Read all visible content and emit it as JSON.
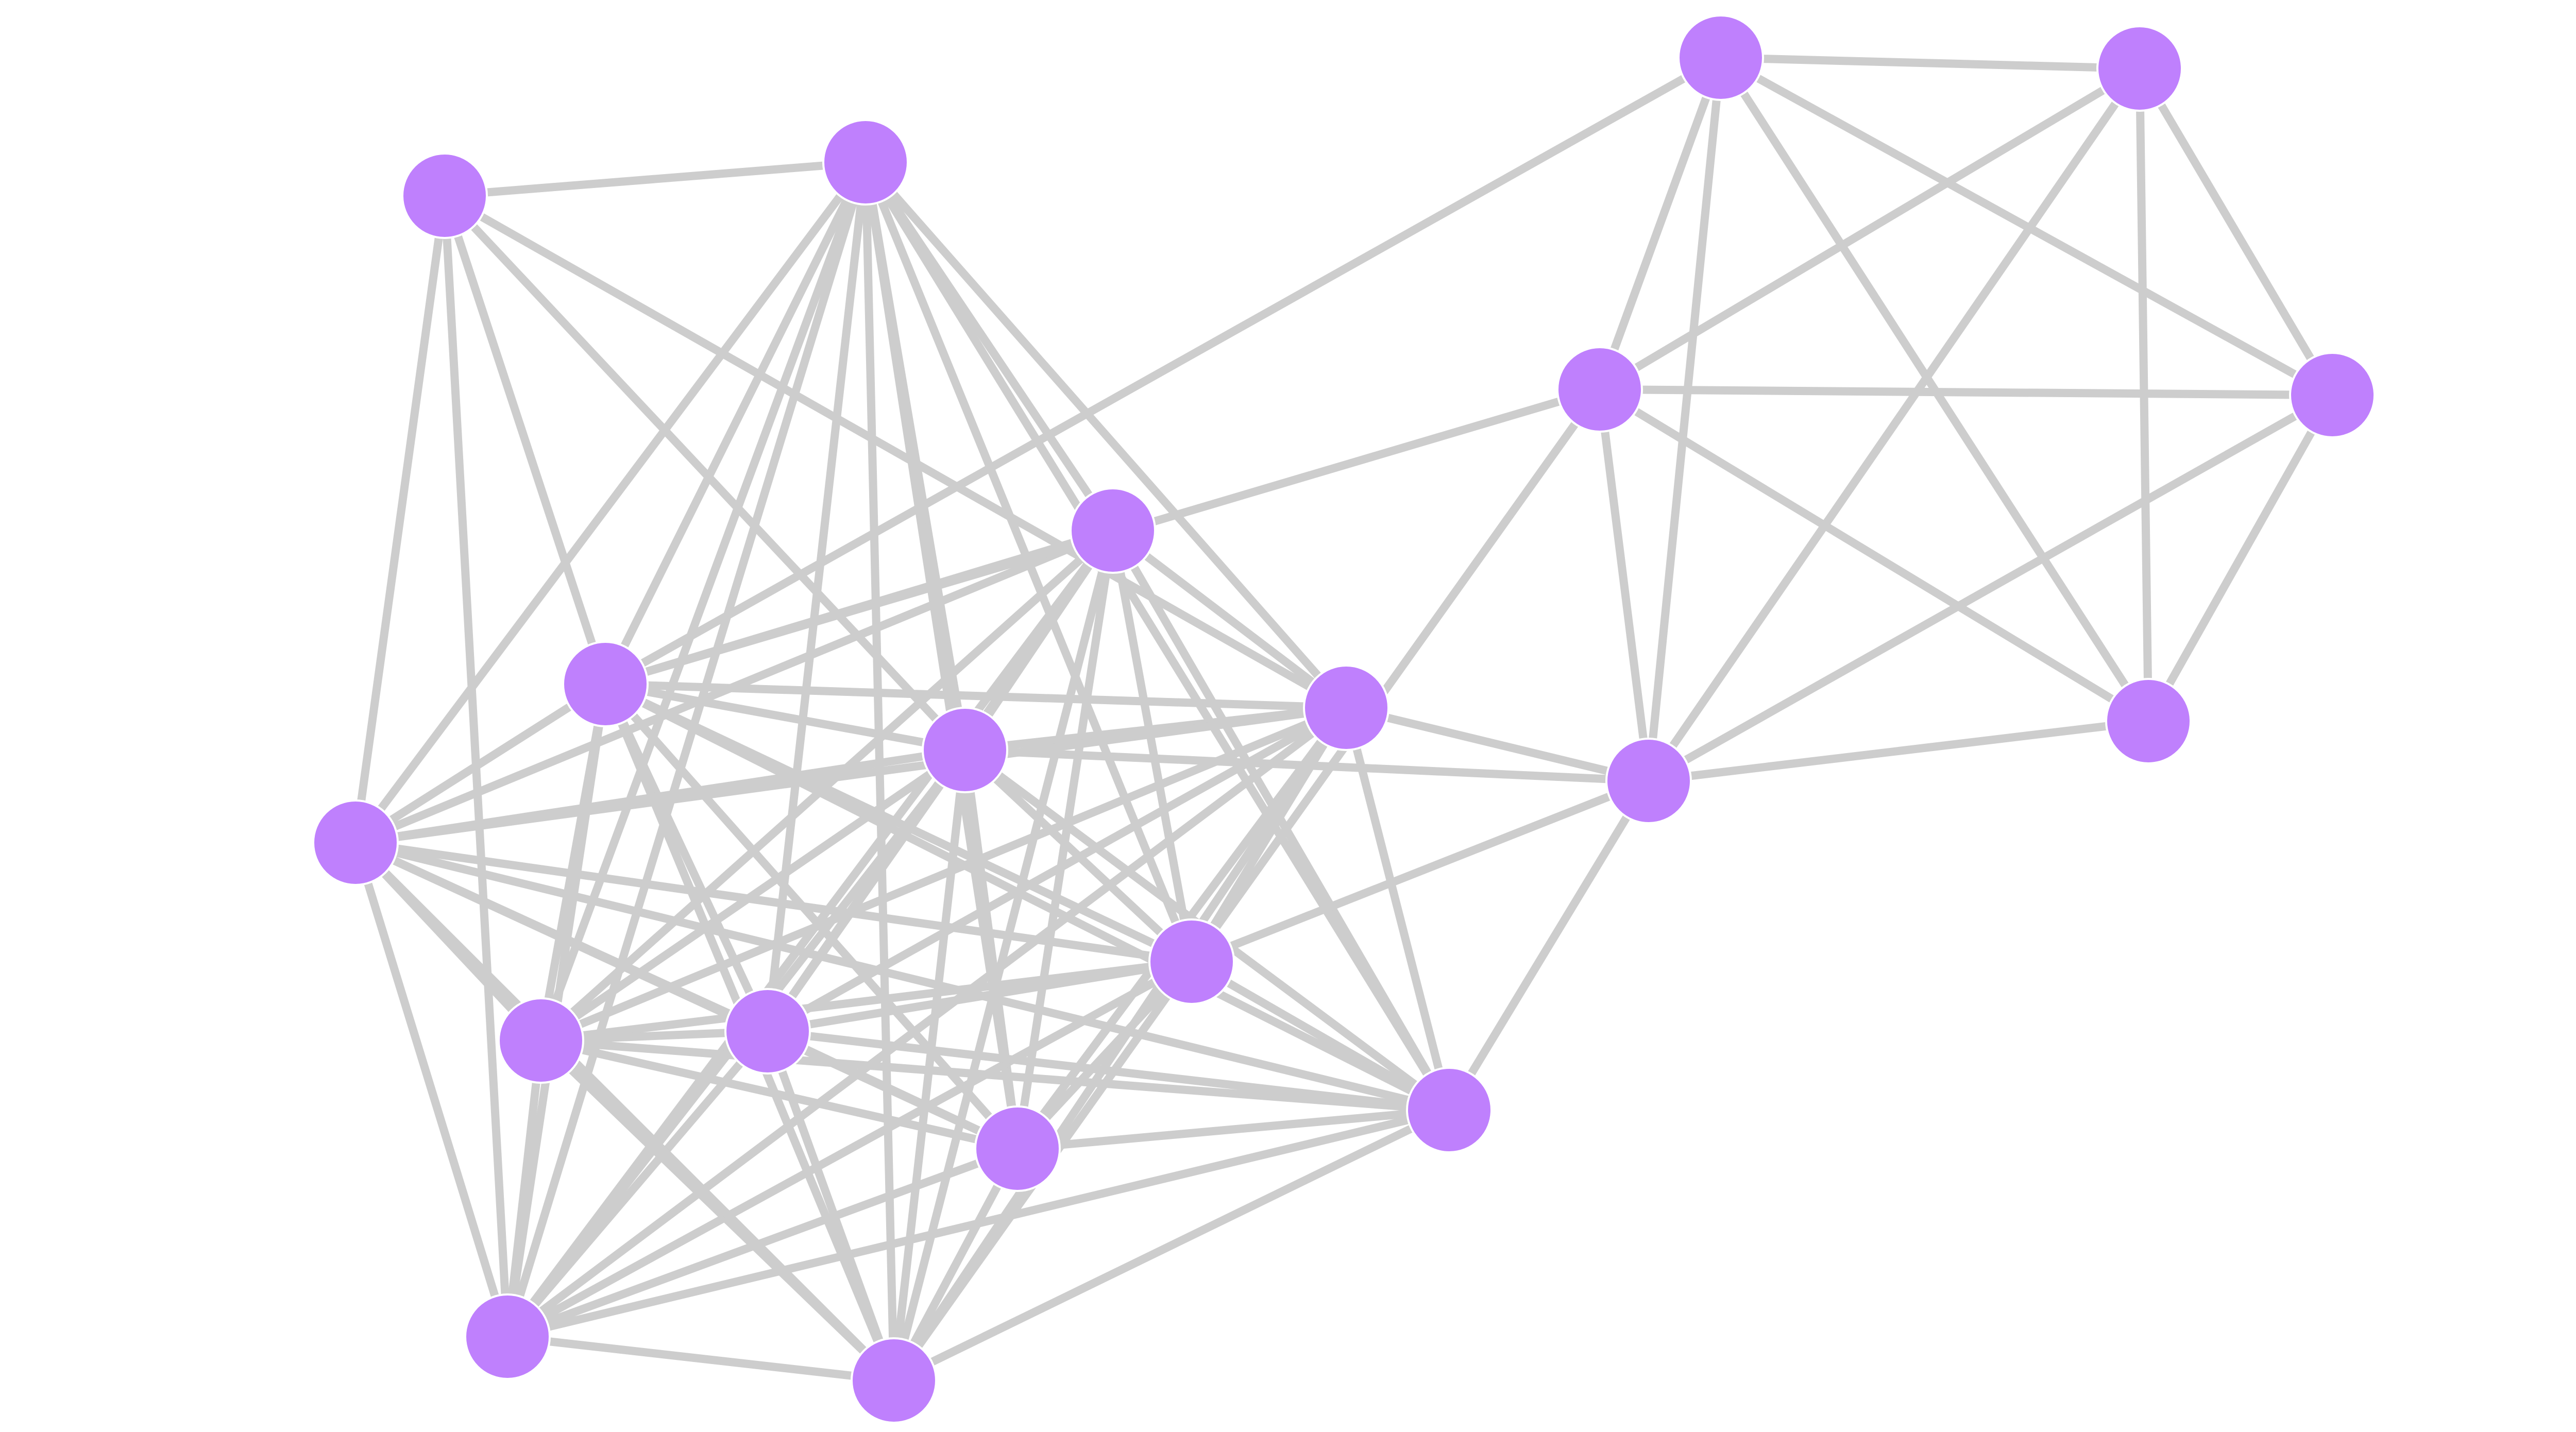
{
  "graph": {
    "node_color": "#bf80fd",
    "edge_color": "#cdcdcd",
    "background": "#ffffff",
    "node_count": 20,
    "nodes": [
      "n1",
      "n2",
      "n3",
      "n4",
      "n5",
      "n6",
      "n7",
      "n8",
      "n9",
      "n10",
      "n11",
      "n12",
      "n13",
      "n14",
      "n15",
      "n16",
      "n17",
      "n18",
      "n19",
      "n20"
    ],
    "edges": [
      [
        "n1",
        "n2"
      ],
      [
        "n1",
        "n3"
      ],
      [
        "n1",
        "n4"
      ],
      [
        "n1",
        "n5"
      ],
      [
        "n1",
        "n6"
      ],
      [
        "n2",
        "n3"
      ],
      [
        "n2",
        "n4"
      ],
      [
        "n2",
        "n5"
      ],
      [
        "n2",
        "n6"
      ],
      [
        "n3",
        "n4"
      ],
      [
        "n3",
        "n5"
      ],
      [
        "n3",
        "n6"
      ],
      [
        "n4",
        "n5"
      ],
      [
        "n4",
        "n6"
      ],
      [
        "n5",
        "n6"
      ],
      [
        "n7",
        "n8"
      ],
      [
        "n7",
        "n10"
      ],
      [
        "n7",
        "n11"
      ],
      [
        "n7",
        "n12"
      ],
      [
        "n7",
        "n18"
      ],
      [
        "n7",
        "n19"
      ],
      [
        "n8",
        "n9"
      ],
      [
        "n8",
        "n10"
      ],
      [
        "n8",
        "n11"
      ],
      [
        "n8",
        "n12"
      ],
      [
        "n8",
        "n13"
      ],
      [
        "n8",
        "n14"
      ],
      [
        "n8",
        "n15"
      ],
      [
        "n8",
        "n16"
      ],
      [
        "n8",
        "n17"
      ],
      [
        "n8",
        "n18"
      ],
      [
        "n8",
        "n19"
      ],
      [
        "n8",
        "n20"
      ],
      [
        "n9",
        "n10"
      ],
      [
        "n9",
        "n11"
      ],
      [
        "n9",
        "n12"
      ],
      [
        "n9",
        "n13"
      ],
      [
        "n9",
        "n14"
      ],
      [
        "n9",
        "n15"
      ],
      [
        "n9",
        "n16"
      ],
      [
        "n9",
        "n17"
      ],
      [
        "n9",
        "n18"
      ],
      [
        "n9",
        "n19"
      ],
      [
        "n9",
        "n20"
      ],
      [
        "n10",
        "n11"
      ],
      [
        "n10",
        "n12"
      ],
      [
        "n10",
        "n13"
      ],
      [
        "n10",
        "n14"
      ],
      [
        "n10",
        "n15"
      ],
      [
        "n10",
        "n16"
      ],
      [
        "n10",
        "n17"
      ],
      [
        "n10",
        "n18"
      ],
      [
        "n10",
        "n19"
      ],
      [
        "n10",
        "n20"
      ],
      [
        "n11",
        "n12"
      ],
      [
        "n11",
        "n13"
      ],
      [
        "n11",
        "n14"
      ],
      [
        "n11",
        "n15"
      ],
      [
        "n11",
        "n16"
      ],
      [
        "n11",
        "n17"
      ],
      [
        "n11",
        "n18"
      ],
      [
        "n11",
        "n19"
      ],
      [
        "n11",
        "n20"
      ],
      [
        "n12",
        "n13"
      ],
      [
        "n12",
        "n14"
      ],
      [
        "n12",
        "n15"
      ],
      [
        "n12",
        "n16"
      ],
      [
        "n12",
        "n17"
      ],
      [
        "n12",
        "n18"
      ],
      [
        "n12",
        "n19"
      ],
      [
        "n12",
        "n20"
      ],
      [
        "n13",
        "n14"
      ],
      [
        "n13",
        "n15"
      ],
      [
        "n13",
        "n16"
      ],
      [
        "n13",
        "n17"
      ],
      [
        "n13",
        "n18"
      ],
      [
        "n13",
        "n19"
      ],
      [
        "n13",
        "n20"
      ],
      [
        "n14",
        "n15"
      ],
      [
        "n14",
        "n16"
      ],
      [
        "n14",
        "n17"
      ],
      [
        "n14",
        "n18"
      ],
      [
        "n14",
        "n19"
      ],
      [
        "n14",
        "n20"
      ],
      [
        "n15",
        "n16"
      ],
      [
        "n15",
        "n17"
      ],
      [
        "n15",
        "n18"
      ],
      [
        "n15",
        "n19"
      ],
      [
        "n15",
        "n20"
      ],
      [
        "n16",
        "n17"
      ],
      [
        "n16",
        "n18"
      ],
      [
        "n16",
        "n19"
      ],
      [
        "n16",
        "n20"
      ],
      [
        "n17",
        "n18"
      ],
      [
        "n17",
        "n19"
      ],
      [
        "n17",
        "n20"
      ],
      [
        "n18",
        "n19"
      ],
      [
        "n18",
        "n20"
      ],
      [
        "n19",
        "n20"
      ],
      [
        "n1",
        "n10"
      ],
      [
        "n3",
        "n10"
      ],
      [
        "n3",
        "n13"
      ],
      [
        "n5",
        "n11"
      ],
      [
        "n5",
        "n12"
      ],
      [
        "n5",
        "n13"
      ],
      [
        "n5",
        "n14"
      ]
    ]
  }
}
